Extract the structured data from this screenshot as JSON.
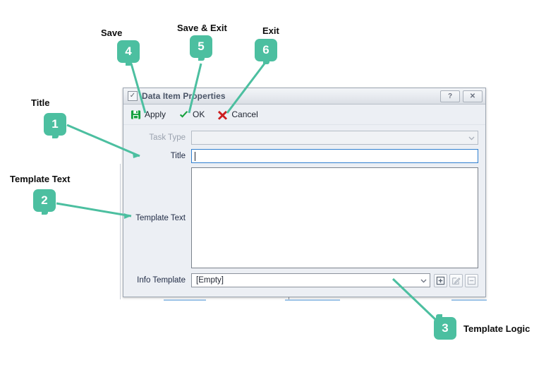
{
  "dialog": {
    "title": "Data Item Properties",
    "titlebar_checkbox_icon": "checkbox-checked-icon",
    "help_button": "?",
    "close_button": "✕",
    "toolbar": [
      {
        "label": "Apply",
        "icon": "save-floppy-icon",
        "name": "apply-button"
      },
      {
        "label": "OK",
        "icon": "check-icon",
        "name": "ok-button"
      },
      {
        "label": "Cancel",
        "icon": "red-x-icon",
        "name": "cancel-button"
      }
    ],
    "fields": {
      "task_type": {
        "label": "Task Type",
        "value": "",
        "disabled": true
      },
      "title": {
        "label": "Title",
        "value": "",
        "focused": true
      },
      "template_text": {
        "label": "Template Text",
        "value": ""
      },
      "info_template": {
        "label": "Info Template",
        "value": "[Empty]",
        "buttons": [
          {
            "icon": "plus-box-icon",
            "name": "add-template-button",
            "enabled": true
          },
          {
            "icon": "pencil-box-icon",
            "name": "edit-template-button",
            "enabled": false
          },
          {
            "icon": "minus-box-icon",
            "name": "remove-template-button",
            "enabled": false
          }
        ]
      }
    }
  },
  "annotations": {
    "accent_color": "#4cbfa0",
    "items": [
      {
        "number": "1",
        "label": "Title",
        "name": "annotation-title"
      },
      {
        "number": "2",
        "label": "Template Text",
        "name": "annotation-template-text"
      },
      {
        "number": "3",
        "label": "Template Logic",
        "name": "annotation-template-logic"
      },
      {
        "number": "4",
        "label": "Save",
        "name": "annotation-save"
      },
      {
        "number": "5",
        "label": "Save & Exit",
        "name": "annotation-save-exit"
      },
      {
        "number": "6",
        "label": "Exit",
        "name": "annotation-exit"
      }
    ]
  }
}
